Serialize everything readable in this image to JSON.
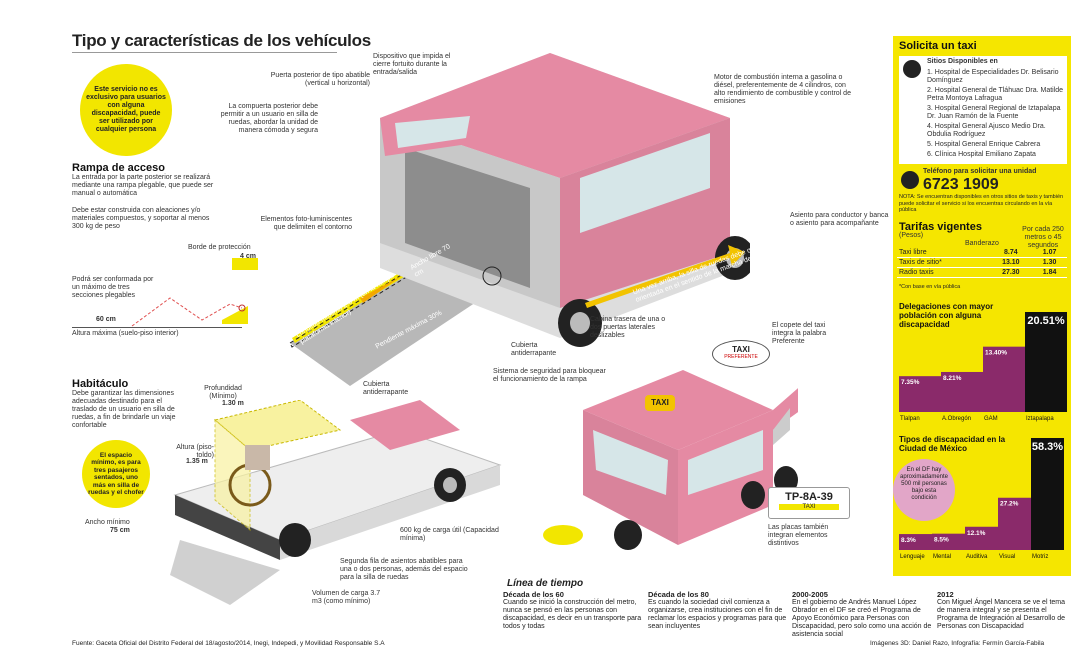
{
  "title": "Tipo y características de los vehículos",
  "badge_service": "Este servicio no es exclusivo para usuarios con alguna discapacidad, puede ser utilizado por cualquier persona",
  "rampa": {
    "heading": "Rampa de acceso",
    "p1": "La entrada por la parte posterior se realizará mediante una rampa plegable, que puede ser manual o automática",
    "p2": "Debe estar construida con aleaciones y/o materiales compuestos, y soportar al menos 300 kg de peso",
    "borde": "Borde de protección",
    "borde_val": "4 cm",
    "plegable": "Podrá ser conformada por un máximo de tres secciones plegables",
    "altura_val": "60 cm",
    "altura_label": "Altura máxima (suelo-piso interior)"
  },
  "callouts": {
    "puerta": "Puerta posterior de tipo abatible (vertical u horizontal)",
    "compuerta": "La compuerta posterior debe permitir a un usuario en silla de ruedas, abordar la unidad de manera cómoda y segura",
    "dispositivo": "Dispositivo que impida el cierre fortuito durante la entrada/salida",
    "motor": "Motor de combustión interna a gasolina o diésel, preferentemente de 4 cilindros, con alto rendimiento de combustible y control de emisiones",
    "fotolum": "Elementos foto-luminiscentes que delimiten el contorno",
    "asiento": "Asiento para conductor y banca o asiento para acompañante",
    "cabina": "Cabina trasera de una o dos puertas laterales deslizables",
    "cubierta1": "Cubierta antiderrapante",
    "seguridad": "Sistema de seguridad para bloquear el funcionamiento de la rampa",
    "cubierta2": "Cubierta antiderrapante",
    "ancho_libre": "Ancho libre 70 cm",
    "longitud": "Longitud máxima 2.6 m (en la rampa plataforma interior)",
    "pendiente": "Pendiente máxima 30%",
    "silla_arrow": "Una vez arriba, la silla de ruedas debe quedar orientada en el sentido de la marcha del vehículo",
    "copete": "El copete del taxi integra la palabra Preferente",
    "placas": "Las placas también integran elementos distintivos"
  },
  "habitaculo": {
    "heading": "Habitáculo",
    "p1": "Debe garantizar las dimensiones adecuadas destinado para el traslado de un usuario en silla de ruedas, a fin de brindarle un viaje confortable",
    "badge": "El espacio mínimo, es para tres pasajeros sentados, uno más en silla de ruedas y el chofer",
    "profundidad": "Profundidad (Mínimo)",
    "profundidad_val": "1.30 m",
    "altura": "Altura (piso-toldo)",
    "altura_val": "1.35 m",
    "ancho": "Ancho mínimo",
    "ancho_val": "75 cm",
    "carga": "600 kg de carga útil (Capacidad mínima)",
    "segunda": "Segunda fila de asientos abatibles para una o dos personas, además del espacio para la silla de ruedas",
    "volumen": "Volumen de carga 3.7 m3 (como mínimo)"
  },
  "taxi_sign": "TAXI",
  "taxi_pref": "PREFERENTE",
  "plate": "TP-8A-39",
  "plate_taxi": "TAXI",
  "panel": {
    "heading": "Solicita un taxi",
    "sitios_title": "Sitios Disponibles en",
    "sitios": [
      "1. Hospital de Especialidades Dr. Belisario Domínguez",
      "2. Hospital General de Tláhuac Dra. Matilde Petra Montoya Lafragua",
      "3. Hospital General Regional de Iztapalapa Dr. Juan Ramón de la Fuente",
      "4. Hospital General Ajusco Medio Dra. Obdulia Rodríguez",
      "5. Hospital General Enrique Cabrera",
      "6. Clínica Hospital Emiliano Zapata"
    ],
    "tel_label": "Teléfono para solicitar una unidad",
    "tel": "6723 1909",
    "nota": "NOTA: Se encuentran disponibles en otros sitios de taxis y también puede solicitar el servicio si los encuentras circulando en la vía pública",
    "tarifas_title": "Tarifas vigentes",
    "tarifas_sub": "(Pesos)",
    "col1": "Banderazo",
    "col2": "Por cada 250 metros o 45 segundos",
    "rows": [
      {
        "name": "Taxi libre",
        "a": "8.74",
        "b": "1.07"
      },
      {
        "name": "Taxis de sitio*",
        "a": "13.10",
        "b": "1.30"
      },
      {
        "name": "Radio taxis",
        "a": "27.30",
        "b": "1.84"
      }
    ],
    "tarifas_note": "*Con base en vía pública",
    "deleg_title": "Delegaciones con mayor población con alguna discapacidad",
    "tipos_title": "Tipos de discapacidad en la Ciudad de México",
    "df_note": "En el DF hay aproximadamente 500 mil personas bajo esta condición"
  },
  "chart_data": [
    {
      "type": "bar",
      "title": "Delegaciones con mayor población con alguna discapacidad",
      "categories": [
        "Tlalpan",
        "A.Obregón",
        "GAM",
        "Iztapalapa"
      ],
      "values": [
        7.35,
        8.21,
        13.4,
        20.51
      ],
      "labels": [
        "7.35%",
        "8.21%",
        "13.40%",
        "20.51%"
      ]
    },
    {
      "type": "bar",
      "title": "Tipos de discapacidad en la Ciudad de México",
      "categories": [
        "Lenguaje",
        "Mental",
        "Auditiva",
        "Visual",
        "Motriz"
      ],
      "values": [
        8.3,
        8.5,
        12.1,
        27.2,
        58.3
      ],
      "labels": [
        "8.3%",
        "8.5%",
        "12.1%",
        "27.2%",
        "58.3%"
      ]
    }
  ],
  "timeline": {
    "heading": "Línea de tiempo",
    "items": [
      {
        "year": "Década de los 60",
        "text": "Cuando se inició la construcción del metro, nunca se pensó en las personas con discapacidad, es decir en un transporte para todos y todas"
      },
      {
        "year": "Década de los 80",
        "text": "Es cuando la sociedad civil comienza a organizarse, crea instituciones con el fin de reclamar los espacios y programas para que sean incluyentes"
      },
      {
        "year": "2000-2005",
        "text": "En el gobierno de Andrés Manuel López Obrador en el DF se creó el Programa de Apoyo Económico para Personas con Discapacidad, pero solo como una acción de asistencia social"
      },
      {
        "year": "2012",
        "text": "Con Miguel Ángel Mancera se ve el tema de manera integral y se presenta el Programa de Integración al Desarrollo de Personas con Discapacidad"
      }
    ]
  },
  "fuente": "Fuente: Gaceta Oficial del Distrito Federal del 18/agosto/2014, Inegi, Indepedi, y Movilidad Responsable S.A",
  "credits": "Imágenes 3D: Daniel Razo, Infografía: Fermín García-Fabila"
}
